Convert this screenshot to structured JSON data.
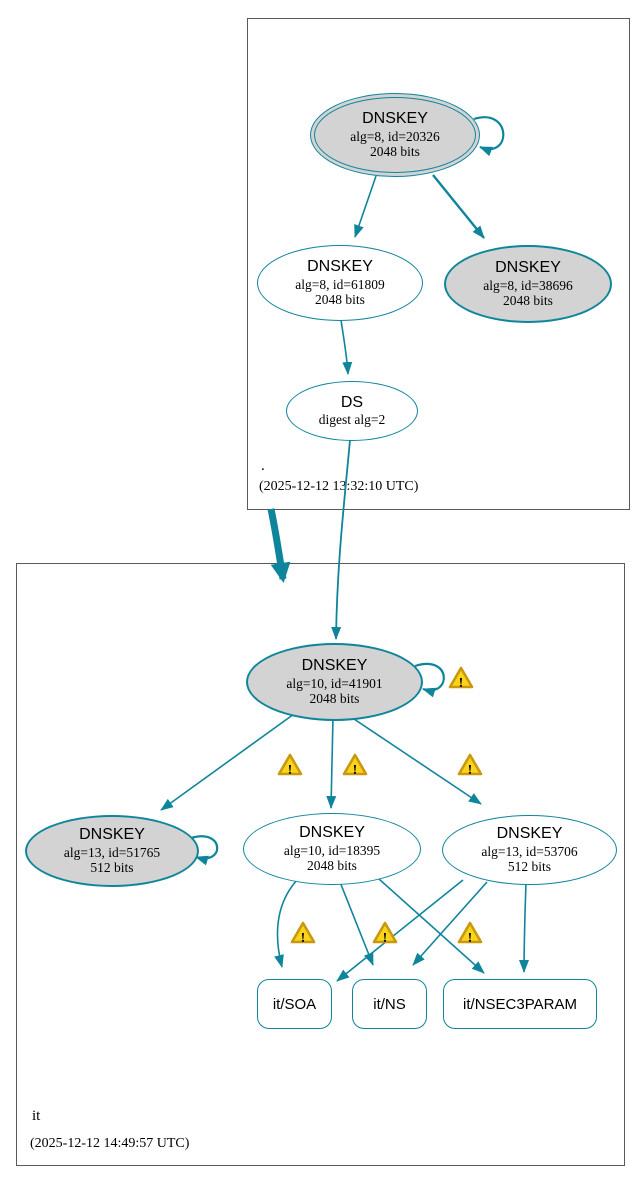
{
  "diagram": {
    "type": "dnssec-authentication-graph",
    "zones": {
      "root": {
        "label": ".",
        "timestamp": "(2025-12-12 13:32:10 UTC)",
        "nodes": {
          "ksk20326": {
            "title": "DNSKEY",
            "detail": "alg=8, id=20326",
            "bits": "2048 bits"
          },
          "zsk61809": {
            "title": "DNSKEY",
            "detail": "alg=8, id=61809",
            "bits": "2048 bits"
          },
          "key38696": {
            "title": "DNSKEY",
            "detail": "alg=8, id=38696",
            "bits": "2048 bits"
          },
          "ds": {
            "title": "DS",
            "detail": "digest alg=2"
          }
        }
      },
      "it": {
        "label": "it",
        "timestamp": "(2025-12-12 14:49:57 UTC)",
        "nodes": {
          "key41901": {
            "title": "DNSKEY",
            "detail": "alg=10, id=41901",
            "bits": "2048 bits"
          },
          "key51765": {
            "title": "DNSKEY",
            "detail": "alg=13, id=51765",
            "bits": "512 bits"
          },
          "key18395": {
            "title": "DNSKEY",
            "detail": "alg=10, id=18395",
            "bits": "2048 bits"
          },
          "key53706": {
            "title": "DNSKEY",
            "detail": "alg=13, id=53706",
            "bits": "512 bits"
          },
          "rrset_soa": {
            "label": "it/SOA"
          },
          "rrset_ns": {
            "label": "it/NS"
          },
          "rrset_nsec3param": {
            "label": "it/NSEC3PARAM"
          }
        }
      }
    },
    "edges": [
      {
        "from": "DNSKEY 20326",
        "to": "DNSKEY 20326",
        "type": "self-sign"
      },
      {
        "from": "DNSKEY 20326",
        "to": "DNSKEY 61809"
      },
      {
        "from": "DNSKEY 20326",
        "to": "DNSKEY 38696"
      },
      {
        "from": "DNSKEY 61809",
        "to": "DS digest alg=2"
      },
      {
        "from": "DS digest alg=2",
        "to": "DNSKEY 41901"
      },
      {
        "from": "zone .",
        "to": "zone it",
        "type": "delegation"
      },
      {
        "from": "DNSKEY 41901",
        "to": "DNSKEY 41901",
        "type": "self-sign",
        "warning": true
      },
      {
        "from": "DNSKEY 41901",
        "to": "DNSKEY 51765",
        "warning": true
      },
      {
        "from": "DNSKEY 41901",
        "to": "DNSKEY 18395",
        "warning": true
      },
      {
        "from": "DNSKEY 41901",
        "to": "DNSKEY 53706",
        "warning": true
      },
      {
        "from": "DNSKEY 51765",
        "to": "DNSKEY 51765",
        "type": "self-sign"
      },
      {
        "from": "DNSKEY 18395",
        "to": "it/SOA",
        "warning": true
      },
      {
        "from": "DNSKEY 18395",
        "to": "it/NS",
        "warning": true
      },
      {
        "from": "DNSKEY 18395",
        "to": "it/NSEC3PARAM"
      },
      {
        "from": "DNSKEY 53706",
        "to": "it/SOA"
      },
      {
        "from": "DNSKEY 53706",
        "to": "it/NS"
      },
      {
        "from": "DNSKEY 53706",
        "to": "it/NSEC3PARAM",
        "warning": true
      }
    ],
    "icons": {
      "warning_glyph": "!"
    },
    "colors": {
      "edge_teal": "#0f859c",
      "node_fill_gray": "#d3d3d3",
      "node_fill_white": "#ffffff",
      "warning_fill": "#fad41b",
      "warning_border": "#c9980e",
      "zone_border": "#5a5a5a",
      "text": "#000000"
    }
  }
}
